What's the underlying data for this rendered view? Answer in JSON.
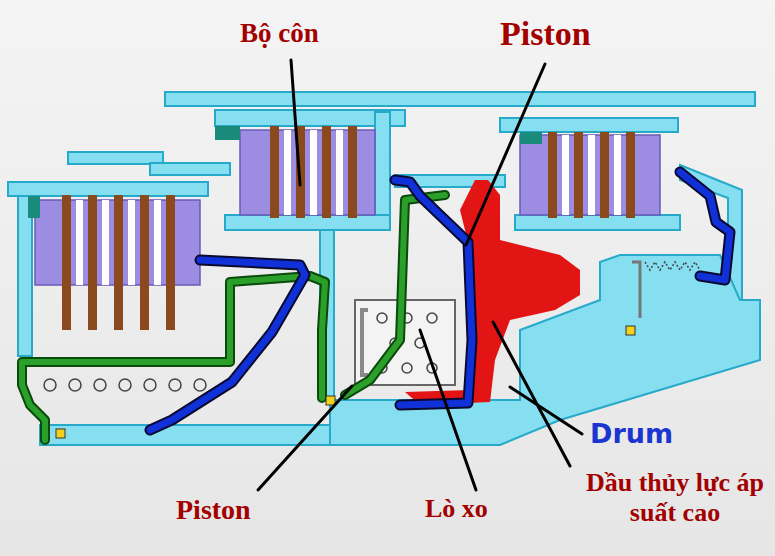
{
  "diagram": {
    "labels": [
      "Bộ côn",
      "Piston",
      "Drum",
      "Piston",
      "Lò xo",
      "Dầu thủy lực áp suất cao"
    ]
  }
}
